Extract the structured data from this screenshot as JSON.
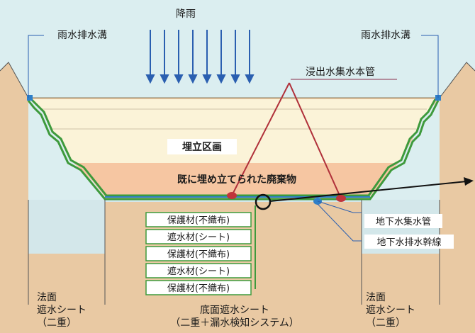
{
  "labels": {
    "rain": "降雨",
    "drain_left": "雨水排水溝",
    "drain_right": "雨水排水溝",
    "leachate_pipe": "浸出水集水本管",
    "landfill_zone": "埋立区画",
    "existing_waste": "既に埋め立てられた廃棄物",
    "groundwater_collection_pipe": "地下水集水管",
    "groundwater_drain_trunk": "地下水排水幹線",
    "slope_sheet_left_1": "法面",
    "slope_sheet_left_2": "遮水シート",
    "slope_sheet_left_3": "（二重）",
    "slope_sheet_right_1": "法面",
    "slope_sheet_right_2": "遮水シート",
    "slope_sheet_right_3": "（二重）",
    "bottom_sheet_1": "底面遮水シート",
    "bottom_sheet_2": "（二重＋漏水検知システム）"
  },
  "layers": [
    "保護材(不織布)",
    "遮水材(シート)",
    "保護材(不織布)",
    "遮水材(シート)",
    "保護材(不織布)"
  ],
  "colors": {
    "sky": "#dbeef0",
    "ground": "#e9c9a3",
    "landfill": "#fbf3d8",
    "waste": "#f6c6a2",
    "liner_green": "#3e9a3c",
    "pipe_red": "#c0343b",
    "rain_blue": "#2a5fb0",
    "drain_blue": "#2e7fc8"
  }
}
